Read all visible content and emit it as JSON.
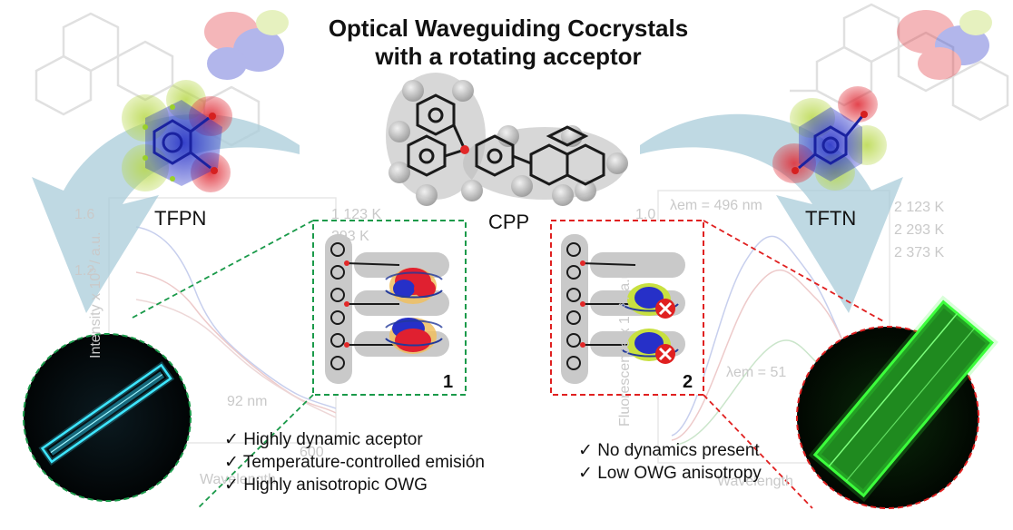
{
  "title": {
    "line1": "Optical Waveguiding Cocrystals",
    "line2": "with a rotating acceptor"
  },
  "molecules": {
    "left": "TFPN",
    "center": "CPP",
    "right": "TFTN"
  },
  "panels": {
    "left_number": "1",
    "right_number": "2"
  },
  "left_features": [
    "✓ Highly dynamic aceptor",
    "✓ Temperature-controlled emisión",
    "✓ Highly anisotropic OWG"
  ],
  "right_features": [
    "✓ No dynamics present",
    "✓ Low OWG anisotropy"
  ],
  "background_spectra": {
    "left": {
      "y_ticks": [
        "1.6",
        "1.2"
      ],
      "y_label": "Intensity x 10³ / a.u.",
      "x_ticks": [
        "600"
      ],
      "x_label": "Wavelength",
      "peak": "92 nm",
      "legend": [
        "1 123 K",
        "293 K"
      ]
    },
    "right": {
      "y_ticks": [
        "1.0"
      ],
      "y_label": "Fluorescence x 10³ / a.u.",
      "x_label": "Wavelength",
      "peak": "λem = 496 nm",
      "peak2": "λem = 51",
      "legend": [
        "2 123 K",
        "2 293 K",
        "2 373 K"
      ]
    }
  },
  "colors": {
    "left_accent": "#1a9a4a",
    "right_accent": "#e02020",
    "arrow": "#a9ccd9",
    "crystal_left": "#3ee6ff",
    "crystal_right": "#3cff3c"
  },
  "icons": [
    "curved-arrow-icon",
    "tfpn-molecule-icon",
    "tftn-molecule-icon",
    "cpp-molecule-icon",
    "stack-molecule-icon",
    "rotation-icon",
    "block-x-icon"
  ]
}
